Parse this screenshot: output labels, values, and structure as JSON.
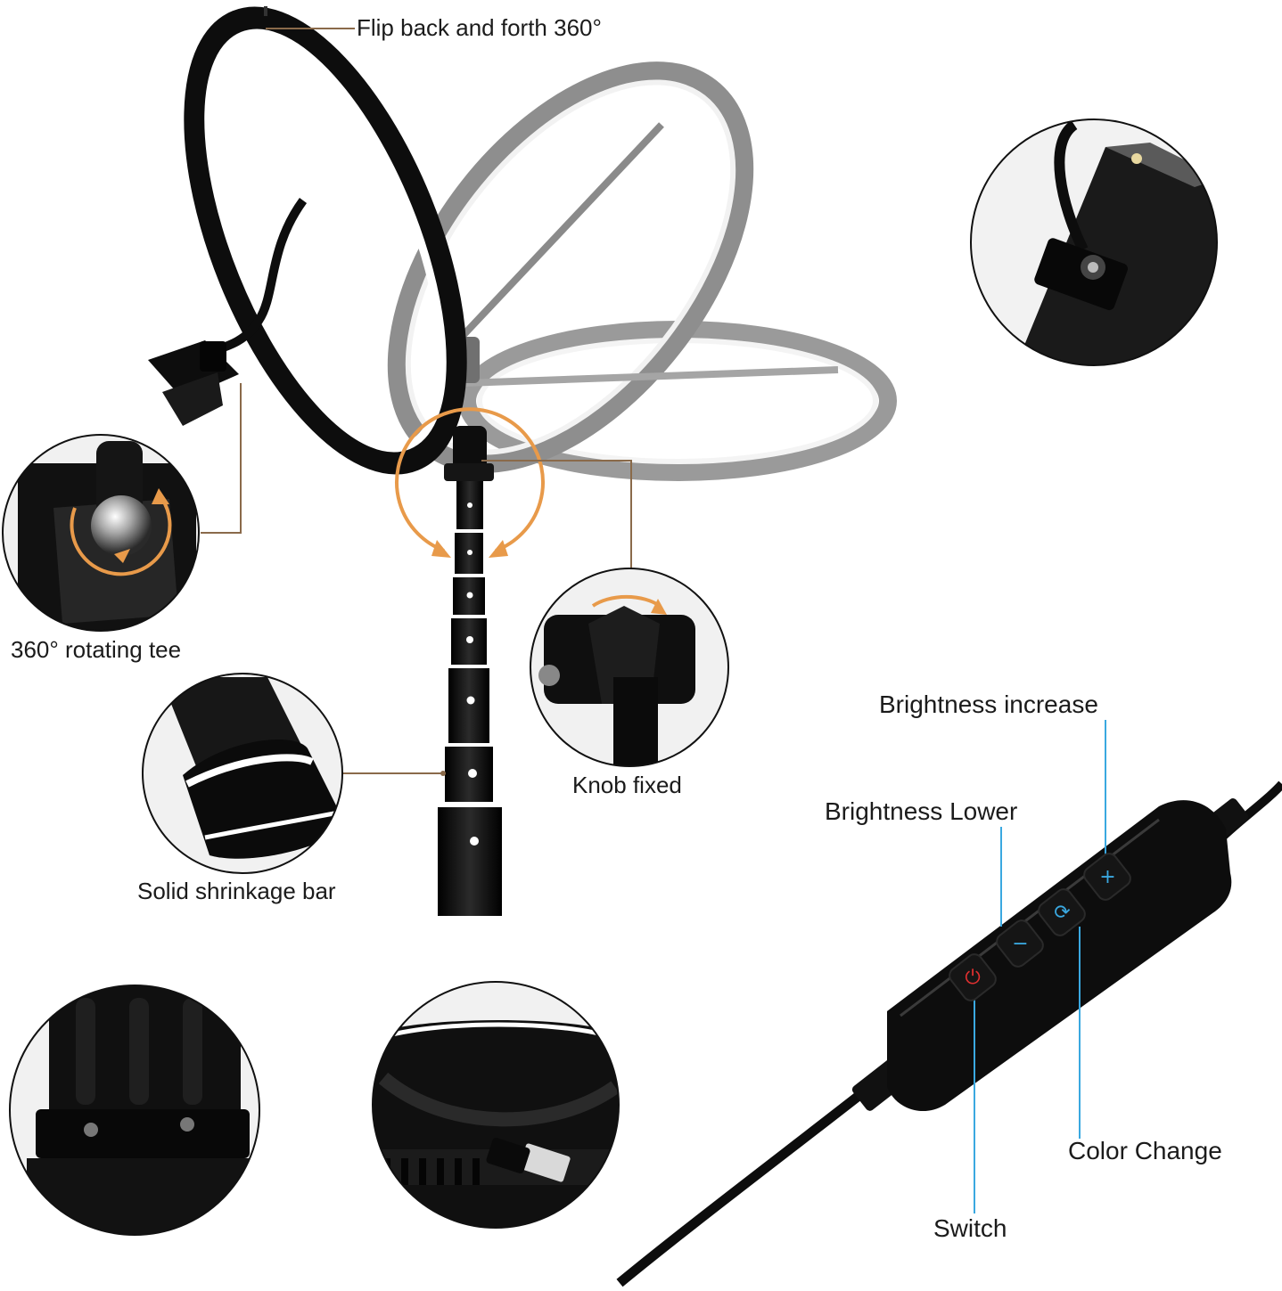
{
  "labels": {
    "flip": "Flip back and forth 360°",
    "tee": "360° rotating tee",
    "knob": "Knob fixed",
    "shrink": "Solid shrinkage bar",
    "bright_up": "Brightness increase",
    "bright_down": "Brightness Lower",
    "color_change": "Color Change",
    "switch": "Switch"
  },
  "controller_buttons": {
    "power": "⏻",
    "minus": "−",
    "cycle": "⟳",
    "plus": "+"
  },
  "colors": {
    "ink": "#111111",
    "accent_orange": "#e89a4a",
    "leader_line": "#8a6a4a",
    "button_blue": "#3aa8e0",
    "power_red": "#e03030"
  }
}
